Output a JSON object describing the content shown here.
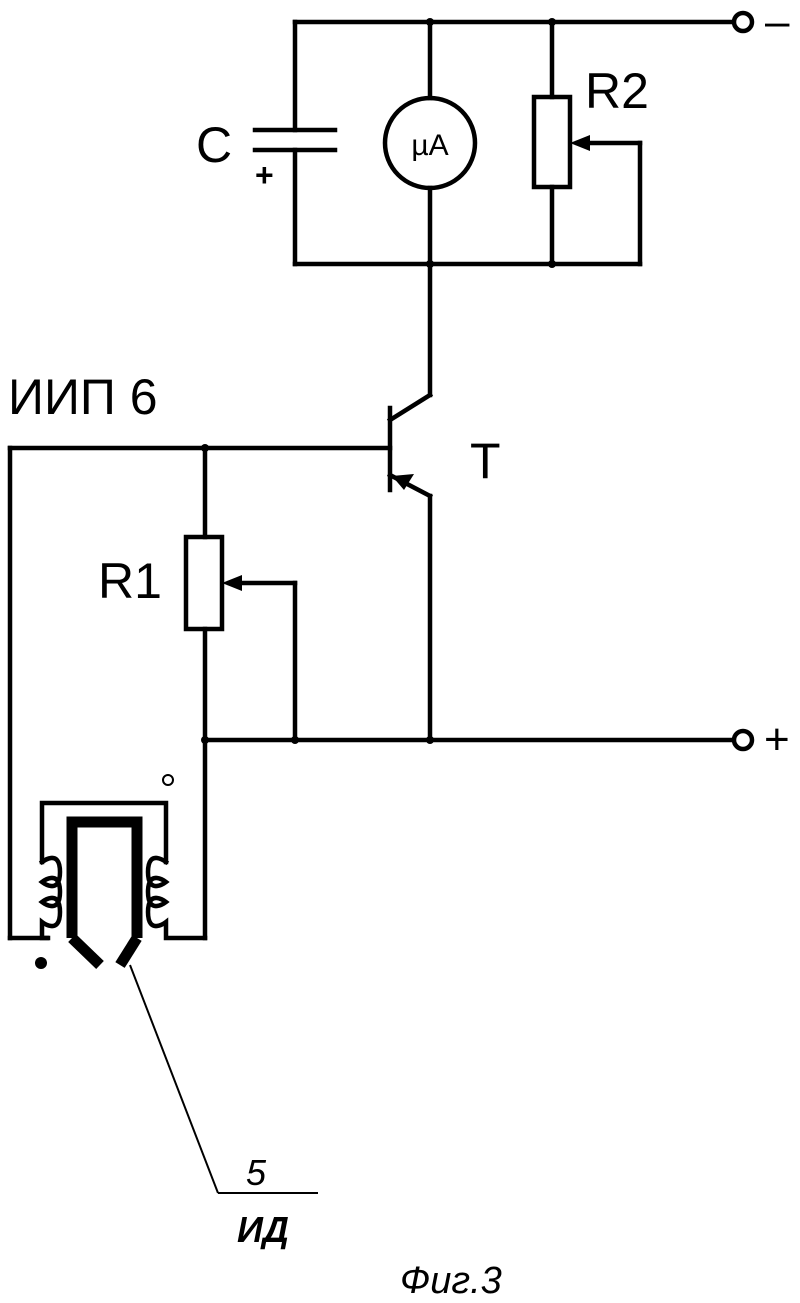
{
  "labels": {
    "capacitor": "C",
    "capacitor_polarity": "+",
    "ammeter": "µA",
    "resistor2": "R2",
    "resistor1": "R1",
    "transistor": "T",
    "source": "ИИП 6",
    "terminal_minus": "–",
    "terminal_plus": "+",
    "ref_number": "5",
    "ref_text": "ИД",
    "figure_caption": "Фиг.3"
  }
}
